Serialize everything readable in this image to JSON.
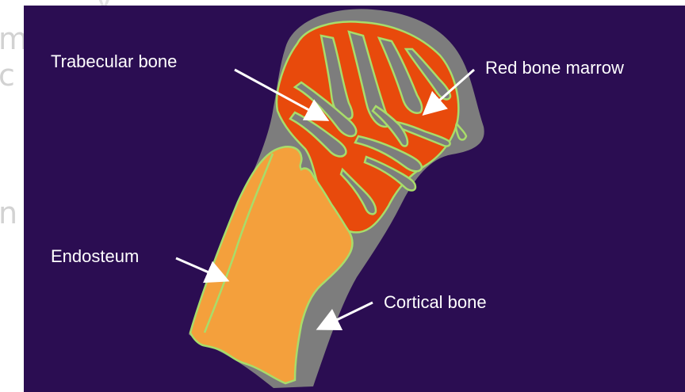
{
  "labels": {
    "trabecular_bone": "Trabecular bone",
    "red_bone_marrow": "Red bone marrow",
    "endosteum": "Endosteum",
    "cortical_bone": "Cortical bone"
  },
  "background_fragments": {
    "frag_1": "m",
    "frag_2": "c",
    "frag_3": "n",
    "frag_top": "y"
  },
  "colors": {
    "background": "#2b0d52",
    "cortical_bone": "#7d7d7d",
    "red_marrow": "#e84a0c",
    "endosteum_line": "#a8dd6a",
    "yellow_marrow": "#f4a03c",
    "label_text": "#ffffff",
    "arrow": "#ffffff"
  }
}
